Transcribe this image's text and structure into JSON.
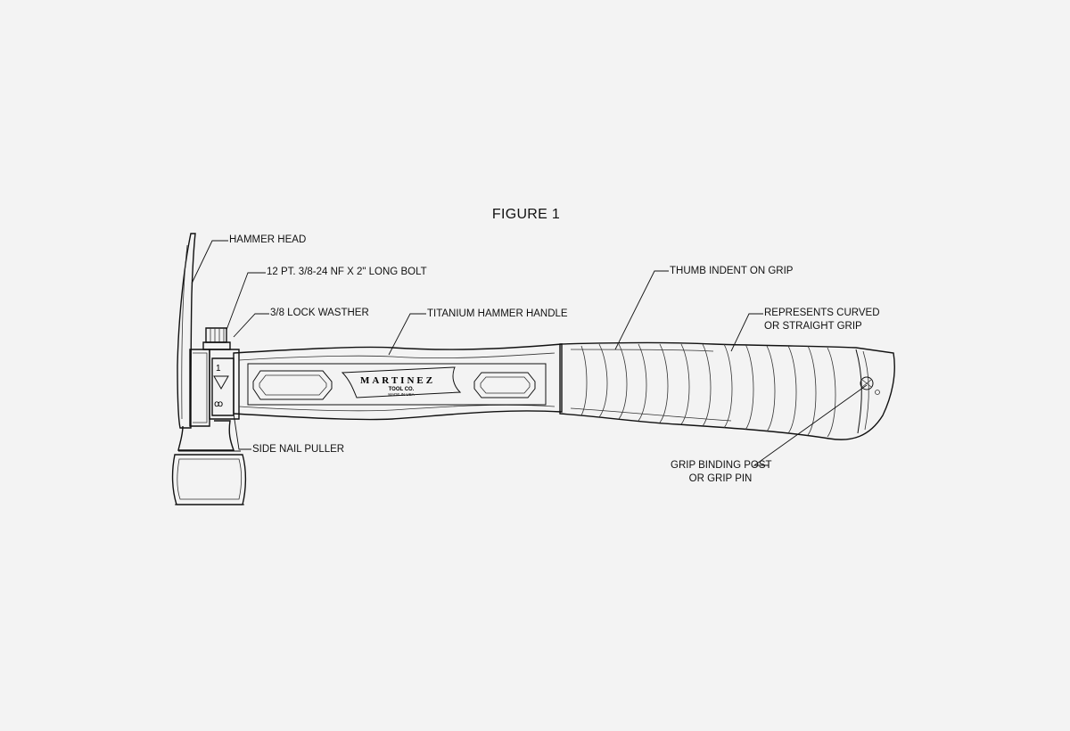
{
  "figure": {
    "title": "FIGURE 1"
  },
  "labels": {
    "hammer_head": "HAMMER HEAD",
    "bolt": "12 PT. 3/8-24 NF X 2\" LONG BOLT",
    "lock_washer": "3/8 LOCK WASTHER",
    "titanium_handle": "TITANIUM HAMMER HANDLE",
    "side_nail_puller": "SIDE NAIL PULLER",
    "thumb_indent": "THUMB INDENT ON GRIP",
    "curved_grip_line1": "REPRESENTS CURVED",
    "curved_grip_line2": "OR STRAIGHT GRIP",
    "binding_post_line1": "GRIP BINDING POST",
    "binding_post_line2": "OR GRIP PIN"
  },
  "logo": {
    "brand": "MARTINEZ",
    "sub": "TOOL CO.",
    "tag": "MADE IN USA"
  },
  "colors": {
    "background": "#f3f3f3",
    "ink": "#111111"
  }
}
